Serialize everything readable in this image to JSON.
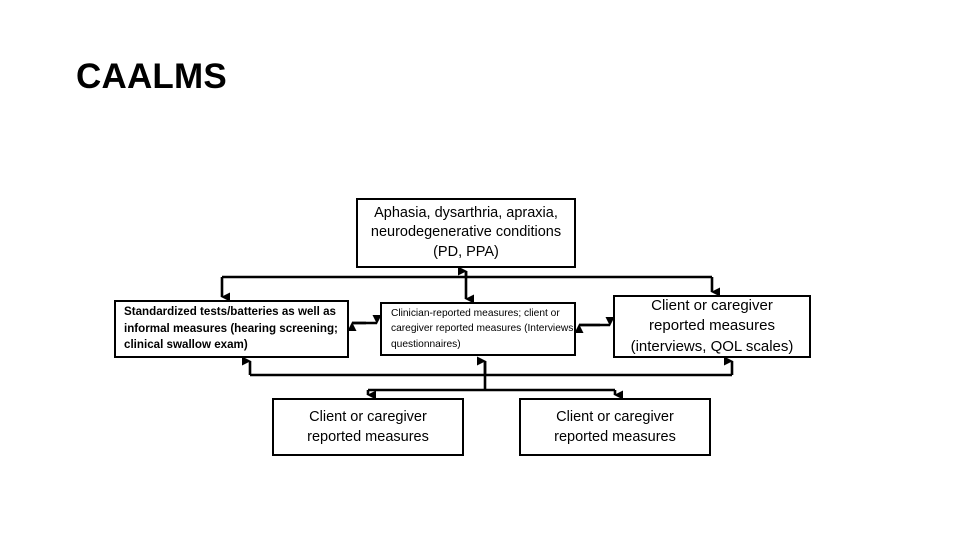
{
  "slide": {
    "title": "CAALMS",
    "background_color": "#FFFFFF",
    "line_color": "#000000",
    "text_color": "#000000"
  },
  "diagram": {
    "type": "flowchart",
    "nodes": {
      "conditions": {
        "text": "Aphasia, dysarthria, apraxia, neurodegenerative conditions (PD, PPA)"
      },
      "standardized_tests": {
        "text": "Standardized tests/batteries as well as informal measures (hearing screening; clinical swallow exam)"
      },
      "clinician_reported": {
        "text": "Clinician-reported measures; client or caregiver reported measures (Interviews, questionnaires)"
      },
      "client_qol": {
        "line1": "Client or caregiver",
        "line2": "reported measures",
        "line3": "(interviews, QOL scales)"
      },
      "client_bottom_left": {
        "line1": "Client or caregiver",
        "line2": "reported measures"
      },
      "client_bottom_right": {
        "line1": "Client or caregiver",
        "line2": "reported measures"
      }
    },
    "connectors": [
      {
        "name": "conditions-to-row-bus",
        "from": "conditions",
        "to": [
          "standardized_tests",
          "clinician_reported",
          "client_qol"
        ],
        "arrowheads": "down"
      },
      {
        "name": "clinician-to-conditions",
        "from": "clinician_reported",
        "to": "conditions",
        "arrowheads": "both"
      },
      {
        "name": "standardized-to-clinician",
        "from": "standardized_tests",
        "to": "clinician_reported",
        "arrowheads": "both"
      },
      {
        "name": "clinician-to-client-qol",
        "from": "clinician_reported",
        "to": "client_qol",
        "arrowheads": "both"
      },
      {
        "name": "bottom-bus-to-row",
        "from": [
          "client_bottom_left",
          "client_bottom_right"
        ],
        "to": [
          "standardized_tests",
          "clinician_reported",
          "client_qol"
        ],
        "arrowheads": "up"
      },
      {
        "name": "clinician-to-bottom-boxes",
        "from": "clinician_reported",
        "to": [
          "client_bottom_left",
          "client_bottom_right"
        ],
        "arrowheads": "down"
      }
    ]
  }
}
